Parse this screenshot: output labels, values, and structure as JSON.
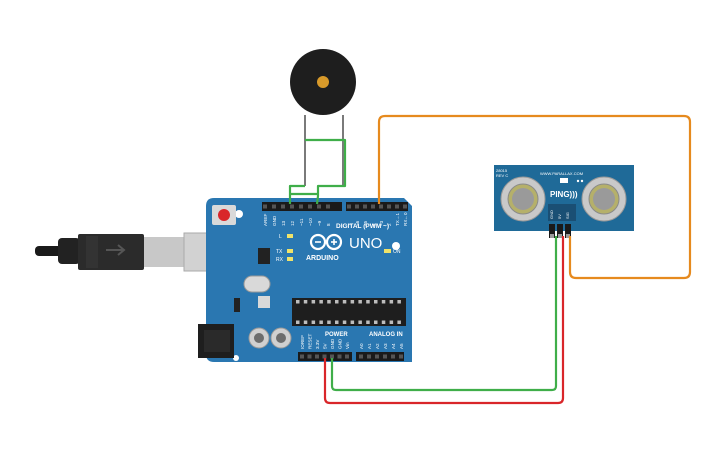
{
  "arduino": {
    "brand": "ARDUINO",
    "model": "UNO",
    "digital_label": "DIGITAL (PWM ~)",
    "power_label": "POWER",
    "analog_label": "ANALOG IN",
    "on_label": "ON",
    "tx_label": "TX",
    "rx_label": "RX",
    "l_label": "L",
    "digital_pins": [
      "AREF",
      "GND",
      "13",
      "12",
      "~11",
      "~10",
      "~9",
      "8",
      "7",
      "~6",
      "~5",
      "4",
      "~3",
      "2",
      "TX→1",
      "RX←0"
    ],
    "power_pins": [
      "IOREF",
      "RESET",
      "3.3V",
      "5V",
      "GND",
      "GND",
      "Vin"
    ],
    "analog_pins": [
      "A0",
      "A1",
      "A2",
      "A3",
      "A4",
      "A5"
    ]
  },
  "sensor": {
    "model_top": "28015",
    "rev": "REV C",
    "website": "WWW.PARALLAX.COM",
    "name": "PING)))",
    "pin_labels": [
      "GND",
      "5V",
      "SIG"
    ]
  },
  "colors": {
    "board": "#2a77b1",
    "wire_green": "#3fae49",
    "wire_orange": "#e68a1e",
    "wire_red": "#d9262a",
    "sensor_board": "#1f6a98"
  }
}
